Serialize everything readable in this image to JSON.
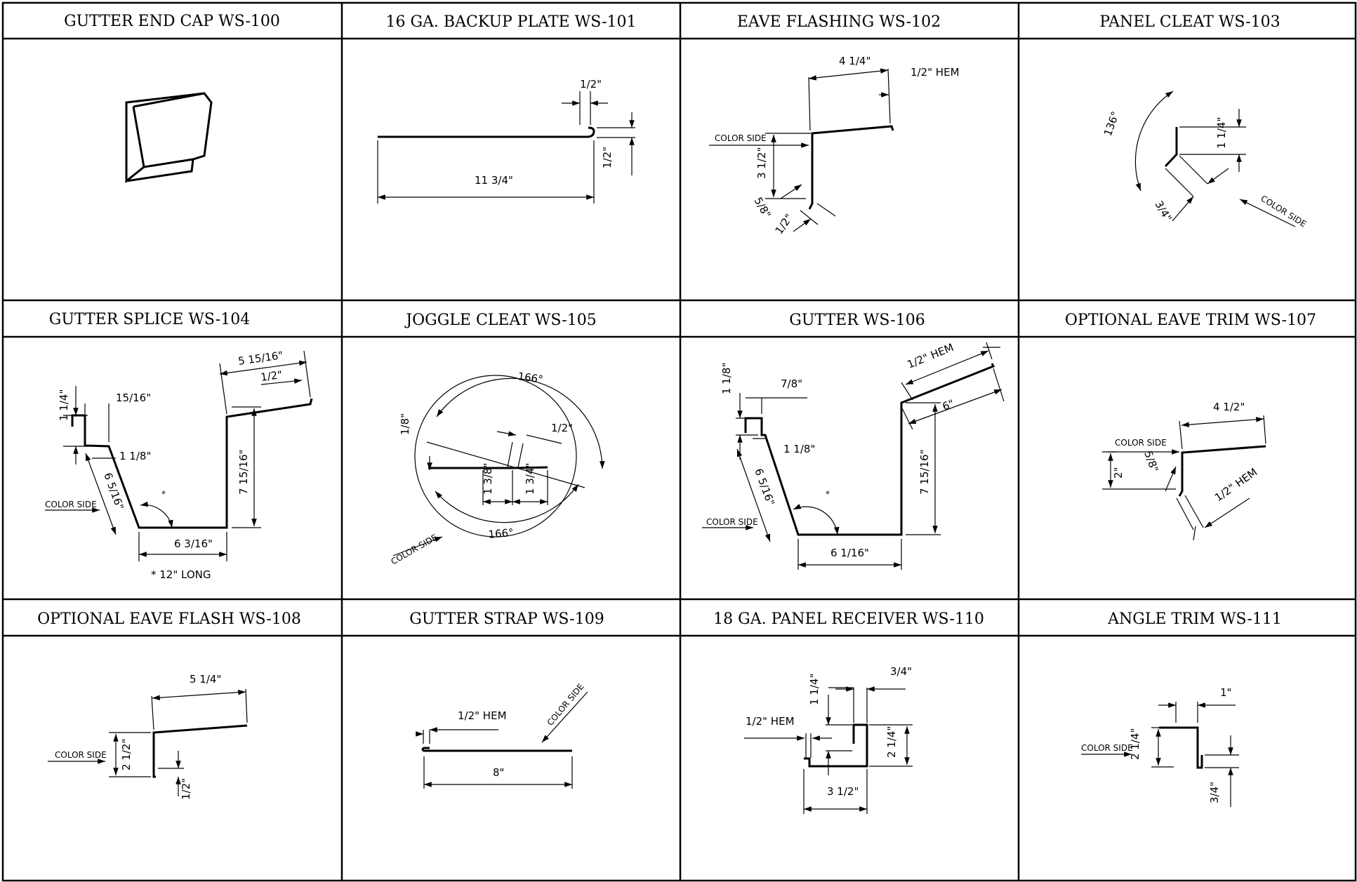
{
  "panels": [
    {
      "title": "GUTTER END CAP WS-100",
      "labels": []
    },
    {
      "title": "16 GA. BACKUP PLATE WS-101",
      "labels": [
        "1/2\"",
        "1/2\"",
        "11 3/4\""
      ]
    },
    {
      "title": "EAVE FLASHING WS-102",
      "labels": [
        "4 1/4\"",
        "1/2\" HEM",
        "COLOR SIDE",
        "3 1/2\"",
        "5/8\"",
        "1/2\""
      ]
    },
    {
      "title": "PANEL CLEAT WS-103",
      "labels": [
        "136°",
        "1 1/4\"",
        "3/4\"",
        "COLOR SIDE"
      ]
    },
    {
      "title": "GUTTER SPLICE WS-104",
      "labels": [
        "5 15/16\"",
        "1/2\"",
        "1 1/4\"",
        "15/16\"",
        "1 1/8\"",
        "6 5/16\"",
        "COLOR SIDE",
        "*",
        "7 15/16\"",
        "6 3/16\"",
        "* 12\" LONG"
      ]
    },
    {
      "title": "JOGGLE CLEAT WS-105",
      "labels": [
        "166°",
        "1/8\"",
        "1/2\"",
        "1 3/8\"",
        "1 3/4\"",
        "166°",
        "COLOR SIDE"
      ]
    },
    {
      "title": "GUTTER WS-106",
      "labels": [
        "1/2\" HEM",
        "1 1/8\"",
        "7/8\"",
        "6\"",
        "1 1/8\"",
        "6 5/16\"",
        "7 15/16\"",
        "*",
        "COLOR SIDE",
        "6 1/16\""
      ]
    },
    {
      "title": "OPTIONAL EAVE TRIM WS-107",
      "labels": [
        "4 1/2\"",
        "COLOR SIDE",
        "2\"",
        "5/8\"",
        "1/2\" HEM"
      ]
    },
    {
      "title": "OPTIONAL EAVE FLASH WS-108",
      "labels": [
        "5 1/4\"",
        "COLOR SIDE",
        "2 1/2\"",
        "1/2\""
      ]
    },
    {
      "title": "GUTTER STRAP WS-109",
      "labels": [
        "1/2\" HEM",
        "COLOR SIDE",
        "8\""
      ]
    },
    {
      "title": "18 GA. PANEL RECEIVER WS-110",
      "labels": [
        "3/4\"",
        "1 1/4\"",
        "1/2\" HEM",
        "2 1/4\"",
        "3 1/2\""
      ]
    },
    {
      "title": "ANGLE TRIM WS-111",
      "labels": [
        "1\"",
        "COLOR SIDE",
        "2 1/4\"",
        "3/4\""
      ]
    }
  ]
}
